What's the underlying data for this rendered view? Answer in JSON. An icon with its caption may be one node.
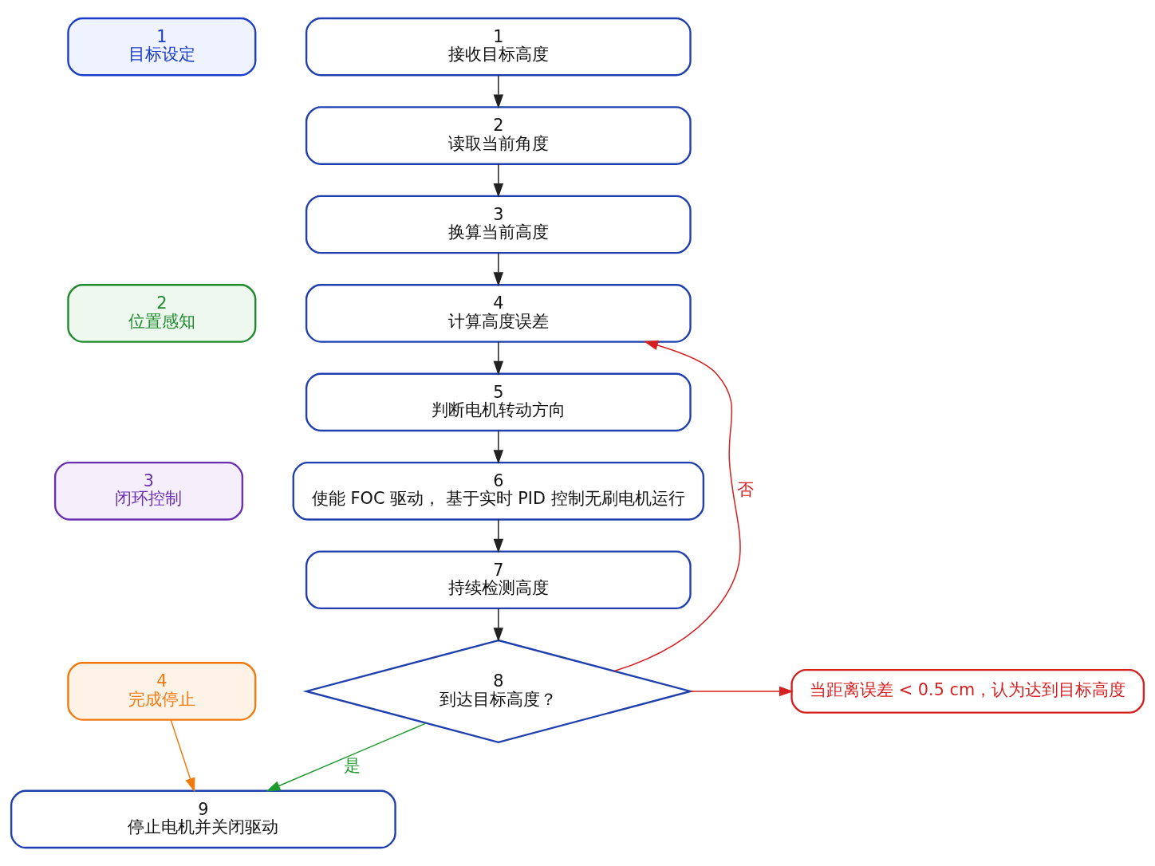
{
  "diagram": {
    "nodes": [
      {
        "text": [
          "1",
          "目标设定"
        ]
      },
      {
        "text": [
          "2",
          "位置感知"
        ]
      },
      {
        "text": [
          "3",
          "闭环控制"
        ]
      },
      {
        "text": [
          "4",
          "完成停止"
        ]
      },
      {
        "text": [
          "1",
          "接收目标高度"
        ]
      },
      {
        "text": [
          "2",
          "读取当前角度"
        ]
      },
      {
        "text": [
          "3",
          "换算当前高度"
        ]
      },
      {
        "text": [
          "4",
          "计算高度误差"
        ]
      },
      {
        "text": [
          "5",
          "判断电机转动方向"
        ]
      },
      {
        "text": [
          "6",
          "使能 FOC 驱动， 基于实时 PID 控制无刷电机运行"
        ]
      },
      {
        "text": [
          "7",
          "持续检测高度"
        ]
      },
      {
        "text": [
          "8",
          "到达目标高度？"
        ]
      },
      {
        "text": [
          "9",
          "停止电机并关闭驱动"
        ]
      },
      {
        "text": [
          "当距离误差 < 0.5 cm，认为达到目标高度"
        ]
      }
    ],
    "edges": [
      {
        "from": 4,
        "to": 5,
        "arrow": "to"
      },
      {
        "from": 5,
        "to": 6,
        "arrow": "to"
      },
      {
        "from": 6,
        "to": 7,
        "arrow": "to"
      },
      {
        "from": 7,
        "to": 8,
        "arrow": "to"
      },
      {
        "from": 8,
        "to": 9,
        "arrow": "to"
      },
      {
        "from": 9,
        "to": 10,
        "arrow": "to"
      },
      {
        "from": 10,
        "to": 11,
        "arrow": "to"
      },
      {
        "from": 11,
        "to": 12,
        "label": "是",
        "arrow": "to",
        "color": "#1e9a2e"
      },
      {
        "from": 11,
        "to": 7,
        "label": "否",
        "arrow": "to",
        "color": "#d61f1f"
      },
      {
        "from": 11,
        "to": 13,
        "arrow": "to",
        "color": "#d61f1f"
      },
      {
        "from": 3,
        "to": 12,
        "arrow": "to",
        "color": "#f07a10"
      }
    ]
  }
}
